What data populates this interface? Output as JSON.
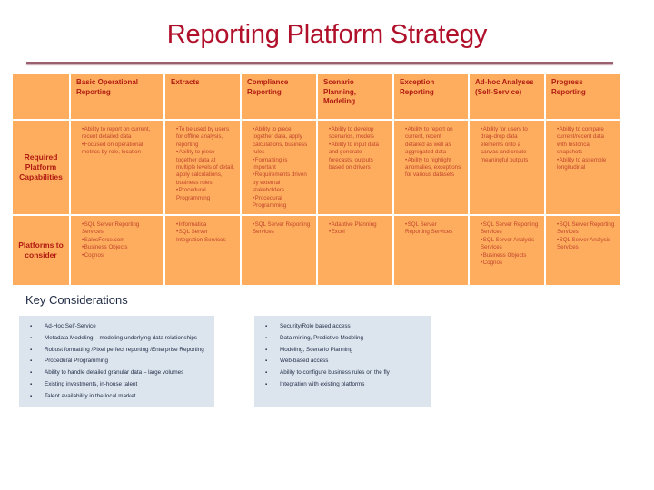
{
  "title": "Reporting Platform Strategy",
  "table": {
    "headers": [
      "",
      "Basic Operational Reporting",
      "Extracts",
      "Compliance Reporting",
      "Scenario Planning, Modeling",
      "Exception Reporting",
      "Ad-hoc Analyses (Self-Service)",
      "Progress Reporting"
    ],
    "rows": [
      {
        "label": "Required Platform Capabilities",
        "cells": [
          [
            "Ability to report on current, recent detailed data",
            "Focused on operational metrics by role, location"
          ],
          [
            "To be used by users for offline analysis, reporting",
            "Ability to piece together data at multiple levels of detail, apply calculations, business rules",
            "Procedural Programming"
          ],
          [
            "Ability to piece together data, apply calculations, business rules",
            "Formatting is important",
            "Requirements driven by external stakeholders",
            "Procedural Programming"
          ],
          [
            "Ability to develop scenarios, models",
            "Ability to input data and generate forecasts, outputs based on drivers"
          ],
          [
            "Ability to report on current, recent detailed as well as aggregated data",
            "Ability to highlight anomalies, exceptions for various datasets"
          ],
          [
            "Ability for users to drag-drop data elements onto a canvas and create meaningful outputs"
          ],
          [
            "Ability to compare current/recent data with historical snapshots",
            "Ability to assemble longitudinal"
          ]
        ]
      },
      {
        "label": "Platforms to consider",
        "cells": [
          [
            "SQL Server Reporting Services",
            "SalesForce.com",
            "Business Objects",
            "Cognos"
          ],
          [
            "Informatica",
            "SQL Server Integration Services"
          ],
          [
            "SQL Server Reporting Services"
          ],
          [
            "Adaptive Planning",
            "Excel"
          ],
          [
            "SQL Server Reporting Services"
          ],
          [
            "SQL Server Reporting Services",
            "SQL Server Analysis Services",
            "Business Objects",
            "Cognos"
          ],
          [
            "SQL Server Reporting Services",
            "SQL Server Analysis Services"
          ]
        ]
      }
    ]
  },
  "key_considerations": {
    "title": "Key Considerations",
    "left": [
      "Ad-Hoc Self-Service",
      "Metadata Modeling – modeling underlying data relationships",
      "Robust formatting /Pixel perfect reporting /Enterprise Reporting",
      "Procedural Programming",
      "Ability to handle detailed granular data – large volumes",
      "Existing investments, in-house talent",
      "Talent availability in the local market"
    ],
    "right": [
      "Security/Role based access",
      "Data mining, Predictive Modeling",
      "Modeling, Scenario Planning",
      "Web-based access",
      "Ability to configure business rules on the fly",
      "Integration with existing platforms"
    ]
  },
  "colors": {
    "title": "#b0102a",
    "cell_bg": "#fdad5d",
    "header_text": "#b11a12",
    "body_text": "#c2452e",
    "kc_box": "#dce5ee"
  }
}
